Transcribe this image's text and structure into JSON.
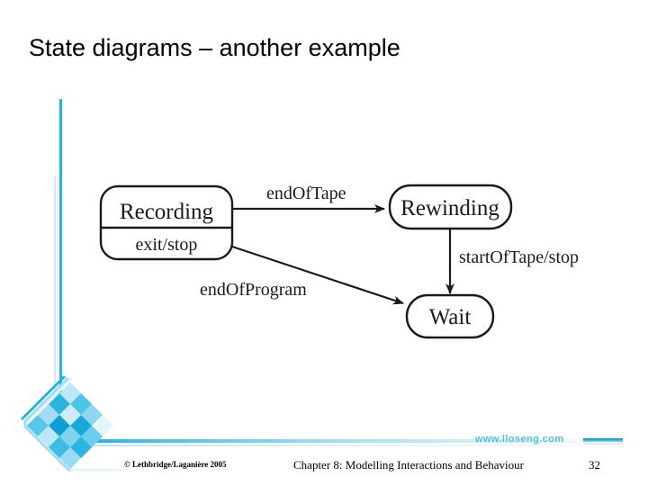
{
  "slide": {
    "title": "State diagrams – another example",
    "page_number": "32"
  },
  "branding": {
    "website": "www.lloseng.com",
    "accent_color": "#27b3e0",
    "accent_light_color": "#9fdcf1"
  },
  "footer": {
    "copyright": "© Lethbridge/Laganière 2005",
    "chapter": "Chapter 8: Modelling Interactions and Behaviour",
    "page_number": "32"
  },
  "diagram": {
    "kind": "uml-state-diagram",
    "states": [
      {
        "id": "recording",
        "name": "Recording",
        "internal_action": "exit/stop",
        "has_compartment": true
      },
      {
        "id": "rewinding",
        "name": "Rewinding",
        "internal_action": "",
        "has_compartment": false
      },
      {
        "id": "wait",
        "name": "Wait",
        "internal_action": "",
        "has_compartment": false
      }
    ],
    "transitions": [
      {
        "id": "recording-to-rewinding",
        "from": "recording",
        "to": "rewinding",
        "label": "endOfTape"
      },
      {
        "id": "rewinding-to-wait",
        "from": "rewinding",
        "to": "wait",
        "label": "startOfTape/stop"
      },
      {
        "id": "recording-to-wait",
        "from": "recording",
        "to": "wait",
        "label": "endOfProgram"
      }
    ]
  }
}
